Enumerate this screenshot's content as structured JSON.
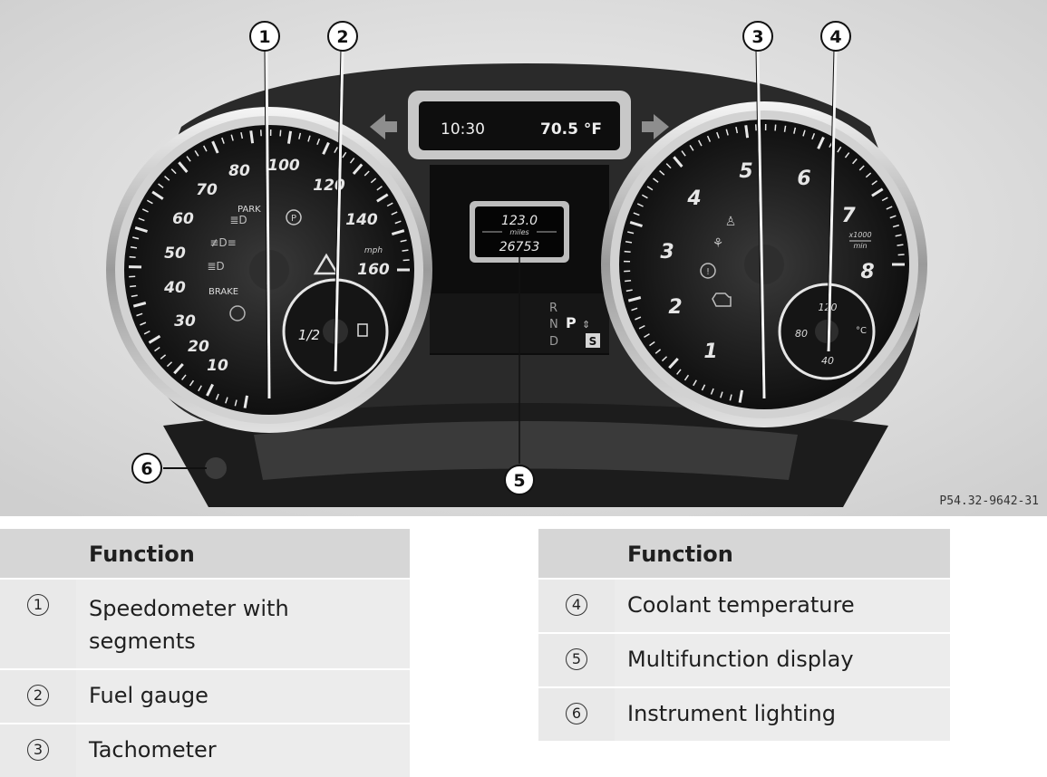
{
  "figure": {
    "code": "P54.32-9642-31",
    "callouts": [
      "1",
      "2",
      "3",
      "4",
      "5",
      "6"
    ],
    "top_display": {
      "time": "10:30",
      "temperature": "70.5 °F"
    },
    "multifunction_display": {
      "trip": "123.0",
      "unit": "miles",
      "odometer": "26753"
    },
    "gear_indicator": {
      "letters": [
        "R",
        "N",
        "P",
        "D"
      ],
      "mode": "S"
    },
    "speedometer": {
      "ticks": [
        "10",
        "20",
        "30",
        "40",
        "50",
        "60",
        "70",
        "80",
        "100",
        "120",
        "140",
        "160"
      ],
      "unit": "mph",
      "labels": {
        "park": "PARK",
        "brake": "BRAKE",
        "park_icon": "P"
      }
    },
    "fuel_gauge": {
      "half": "1/2"
    },
    "tachometer": {
      "ticks": [
        "1",
        "2",
        "3",
        "4",
        "5",
        "6",
        "7",
        "8"
      ],
      "unit_top": "x1000",
      "unit_bottom": "min"
    },
    "coolant_gauge": {
      "ticks": [
        "80",
        "120",
        "40"
      ],
      "unit": "°C"
    }
  },
  "table_left": {
    "header": "Function",
    "rows": [
      {
        "num": "1",
        "text": "Speedometer with segments"
      },
      {
        "num": "2",
        "text": "Fuel gauge"
      },
      {
        "num": "3",
        "text": "Tachometer"
      }
    ]
  },
  "table_right": {
    "header": "Function",
    "rows": [
      {
        "num": "4",
        "text": "Coolant temperature"
      },
      {
        "num": "5",
        "text": "Multifunction display"
      },
      {
        "num": "6",
        "text": "Instrument lighting"
      }
    ]
  }
}
